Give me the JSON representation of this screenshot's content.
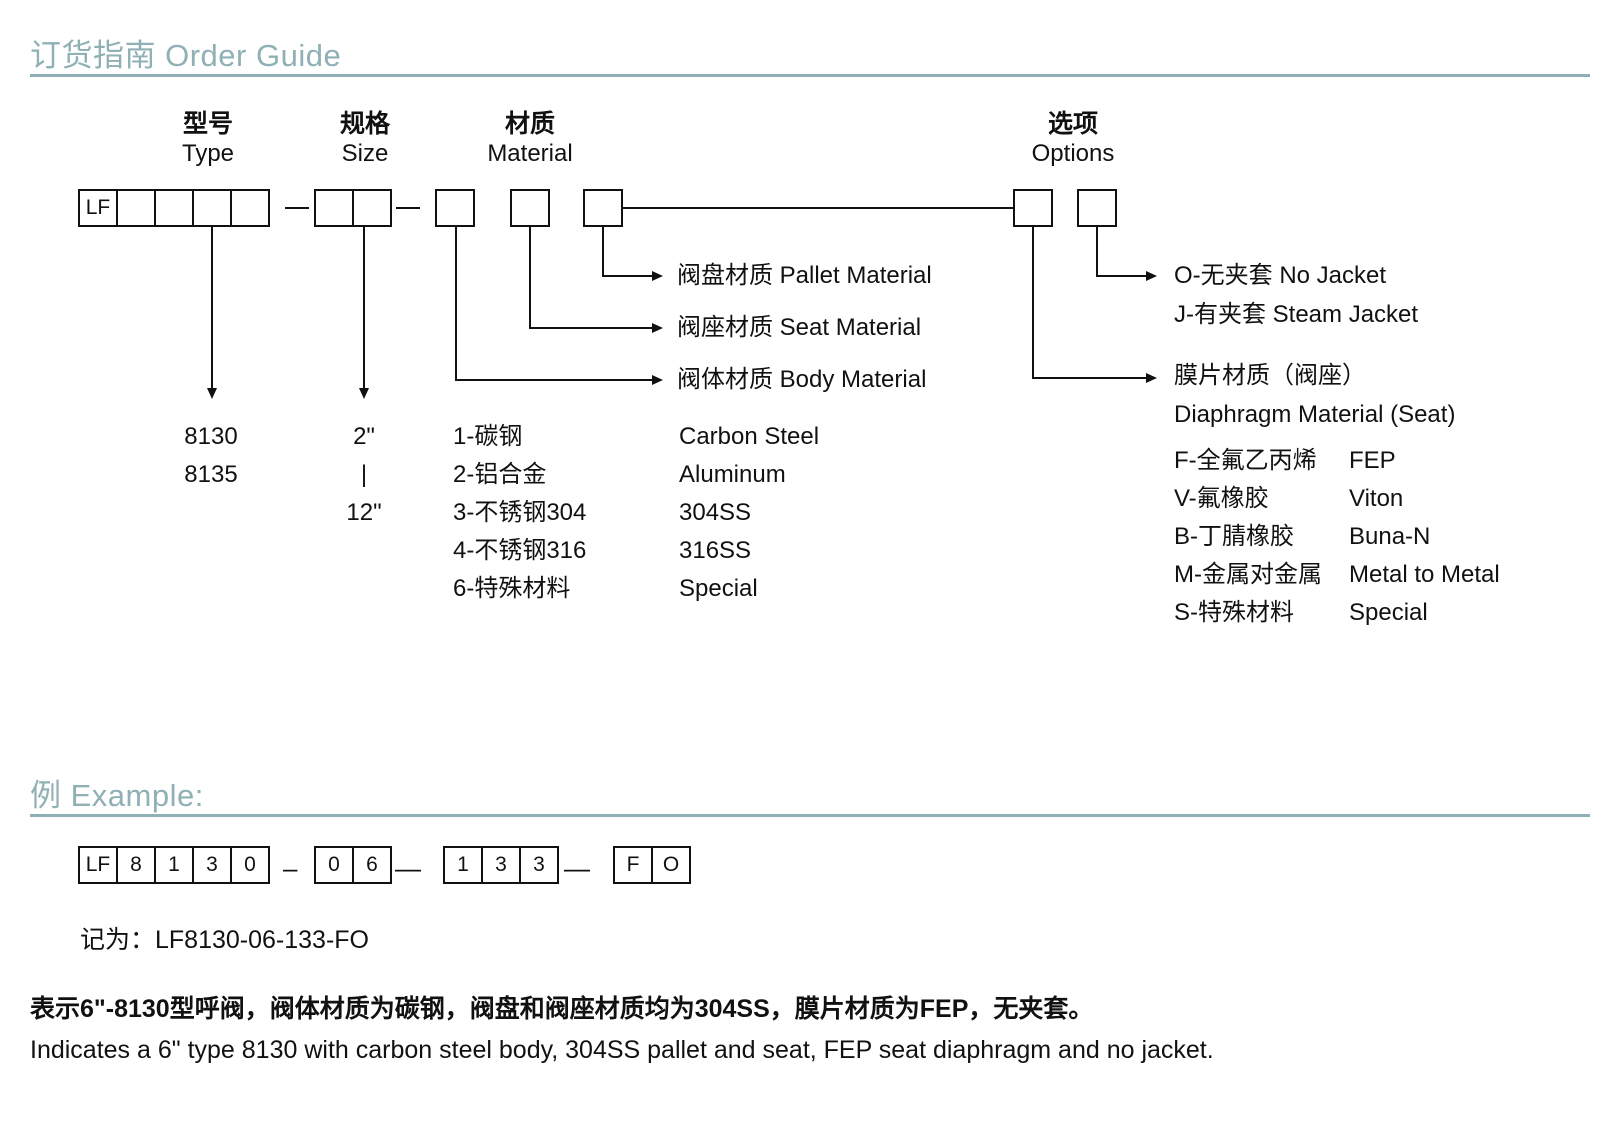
{
  "sections": {
    "order_guide": {
      "title": "订货指南 Order Guide"
    },
    "example": {
      "title": "例 Example:"
    }
  },
  "colors": {
    "heading": "#8fb0b5",
    "rule": "#8fb0b5",
    "ink": "#111111"
  },
  "groups": [
    {
      "cn": "型号",
      "en": "Type"
    },
    {
      "cn": "规格",
      "en": "Size"
    },
    {
      "cn": "材质",
      "en": "Material"
    },
    {
      "cn": "选项",
      "en": "Options"
    }
  ],
  "code_boxes": {
    "prefix": "LF"
  },
  "callouts": {
    "pallet": "阀盘材质 Pallet Material",
    "seat": "阀座材质 Seat Material",
    "body": "阀体材质 Body Material",
    "no_jacket": "O-无夹套 No Jacket",
    "steam_jacket": "J-有夹套 Steam Jacket",
    "diaphragm_cn": "膜片材质（阀座）",
    "diaphragm_en": "Diaphragm Material (Seat)"
  },
  "type_values": [
    "8130",
    "8135"
  ],
  "size_values": [
    "2\"",
    "|",
    "12\""
  ],
  "material_codes": [
    {
      "code": "1-碳钢",
      "en": "Carbon Steel"
    },
    {
      "code": "2-铝合金",
      "en": "Aluminum"
    },
    {
      "code": "3-不锈钢304",
      "en": "304SS"
    },
    {
      "code": "4-不锈钢316",
      "en": "316SS"
    },
    {
      "code": "6-特殊材料",
      "en": "Special"
    }
  ],
  "diaphragm_codes": [
    {
      "code": "F-全氟乙丙烯",
      "en": "FEP"
    },
    {
      "code": "V-氟橡胶",
      "en": "Viton"
    },
    {
      "code": "B-丁腈橡胶",
      "en": "Buna-N"
    },
    {
      "code": "M-金属对金属",
      "en": "Metal to Metal"
    },
    {
      "code": "S-特殊材料",
      "en": "Special"
    }
  ],
  "example": {
    "group1": [
      "LF",
      "8",
      "1",
      "3",
      "0"
    ],
    "group2": [
      "0",
      "6"
    ],
    "group3": [
      "1",
      "3",
      "3"
    ],
    "group4": [
      "F",
      "O"
    ],
    "sep_short": "–",
    "sep_long": "—",
    "record_label": "记为：LF8130-06-133-FO",
    "note_cn": "表示6\"-8130型呼阀，阀体材质为碳钢，阀盘和阀座材质均为304SS，膜片材质为FEP，无夹套。",
    "note_en": "Indicates a 6\" type 8130 with carbon steel body, 304SS pallet and seat, FEP seat diaphragm and no jacket."
  }
}
